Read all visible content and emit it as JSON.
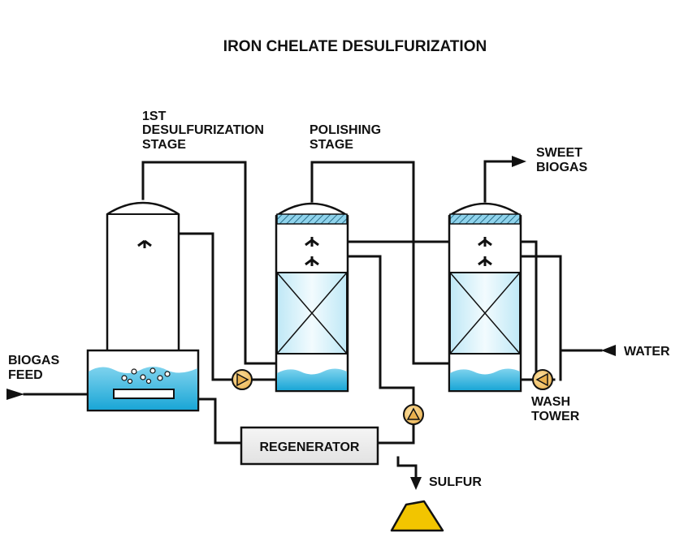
{
  "title": "IRON CHELATE DESULFURIZATION",
  "labels": {
    "stage1": [
      "1ST",
      "DESULFURIZATION",
      "STAGE"
    ],
    "polishing": [
      "POLISHING",
      "STAGE"
    ],
    "sweet_biogas": [
      "SWEET",
      "BIOGAS"
    ],
    "biogas_feed": [
      "BIOGAS",
      "FEED"
    ],
    "water": "WATER",
    "wash_tower": [
      "WASH",
      "TOWER"
    ],
    "regenerator": "REGENERATOR",
    "sulfur": "SULFUR"
  },
  "colors": {
    "liquid": "#3fb8e0",
    "liquid_light": "#bfe8f6",
    "packing": "#d9f1fa",
    "pump": "#f2c66e",
    "sulfur": "#f2c500",
    "line": "#111111"
  },
  "icons": [
    "pump-icon",
    "spray-nozzle-icon",
    "arrow-icon",
    "sulfur-pile-icon",
    "bubbles-icon"
  ]
}
